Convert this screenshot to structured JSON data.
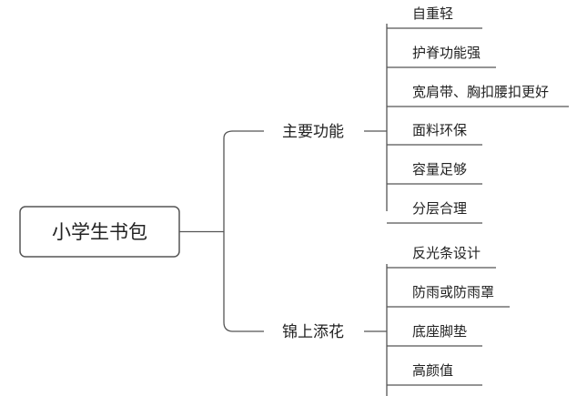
{
  "root": {
    "label": "小学生书包"
  },
  "branches": [
    {
      "label": "主要功能",
      "items": [
        "自重轻",
        "护脊功能强",
        "宽肩带、胸扣腰扣更好",
        "面料环保",
        "容量足够",
        "分层合理"
      ]
    },
    {
      "label": "锦上添花",
      "items": [
        "反光条设计",
        "防雨或防雨罩",
        "底座脚垫",
        "高颜值"
      ]
    }
  ],
  "colors": {
    "line": "#555555",
    "text": "#222222",
    "background": "#ffffff"
  }
}
